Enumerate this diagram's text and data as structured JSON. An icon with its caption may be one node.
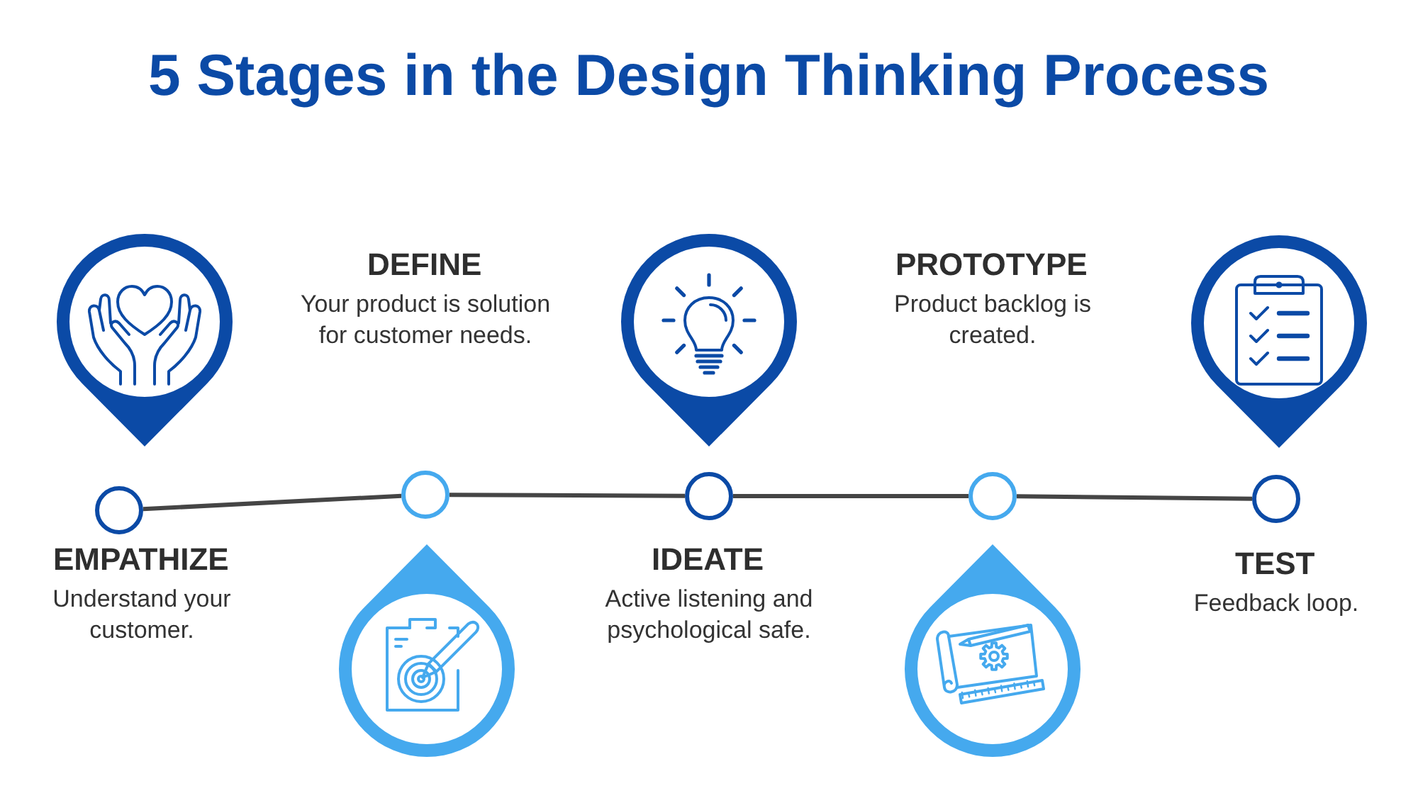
{
  "diagram": {
    "title": "5 Stages in the Design Thinking Process",
    "nodes": [
      {
        "text": [],
        "shape": "circle",
        "beside": [
          "EMPATHIZE",
          "Understand your customer."
        ]
      },
      {
        "text": [],
        "shape": "circle",
        "beside": [
          "DEFINE",
          "Your product is solution for customer needs."
        ]
      },
      {
        "text": [],
        "shape": "circle",
        "beside": [
          "IDEATE",
          "Active listening and psychological safe."
        ]
      },
      {
        "text": [],
        "shape": "circle",
        "beside": [
          "PROTOTYPE",
          "Product backlog is created."
        ]
      },
      {
        "text": [],
        "shape": "circle",
        "beside": [
          "TEST",
          "Feedback loop."
        ]
      }
    ],
    "edges": [
      {
        "from": 0,
        "to": 1,
        "arrow": "none"
      },
      {
        "from": 1,
        "to": 2,
        "arrow": "none"
      },
      {
        "from": 2,
        "to": 3,
        "arrow": "none"
      },
      {
        "from": 3,
        "to": 4,
        "arrow": "none"
      }
    ]
  }
}
